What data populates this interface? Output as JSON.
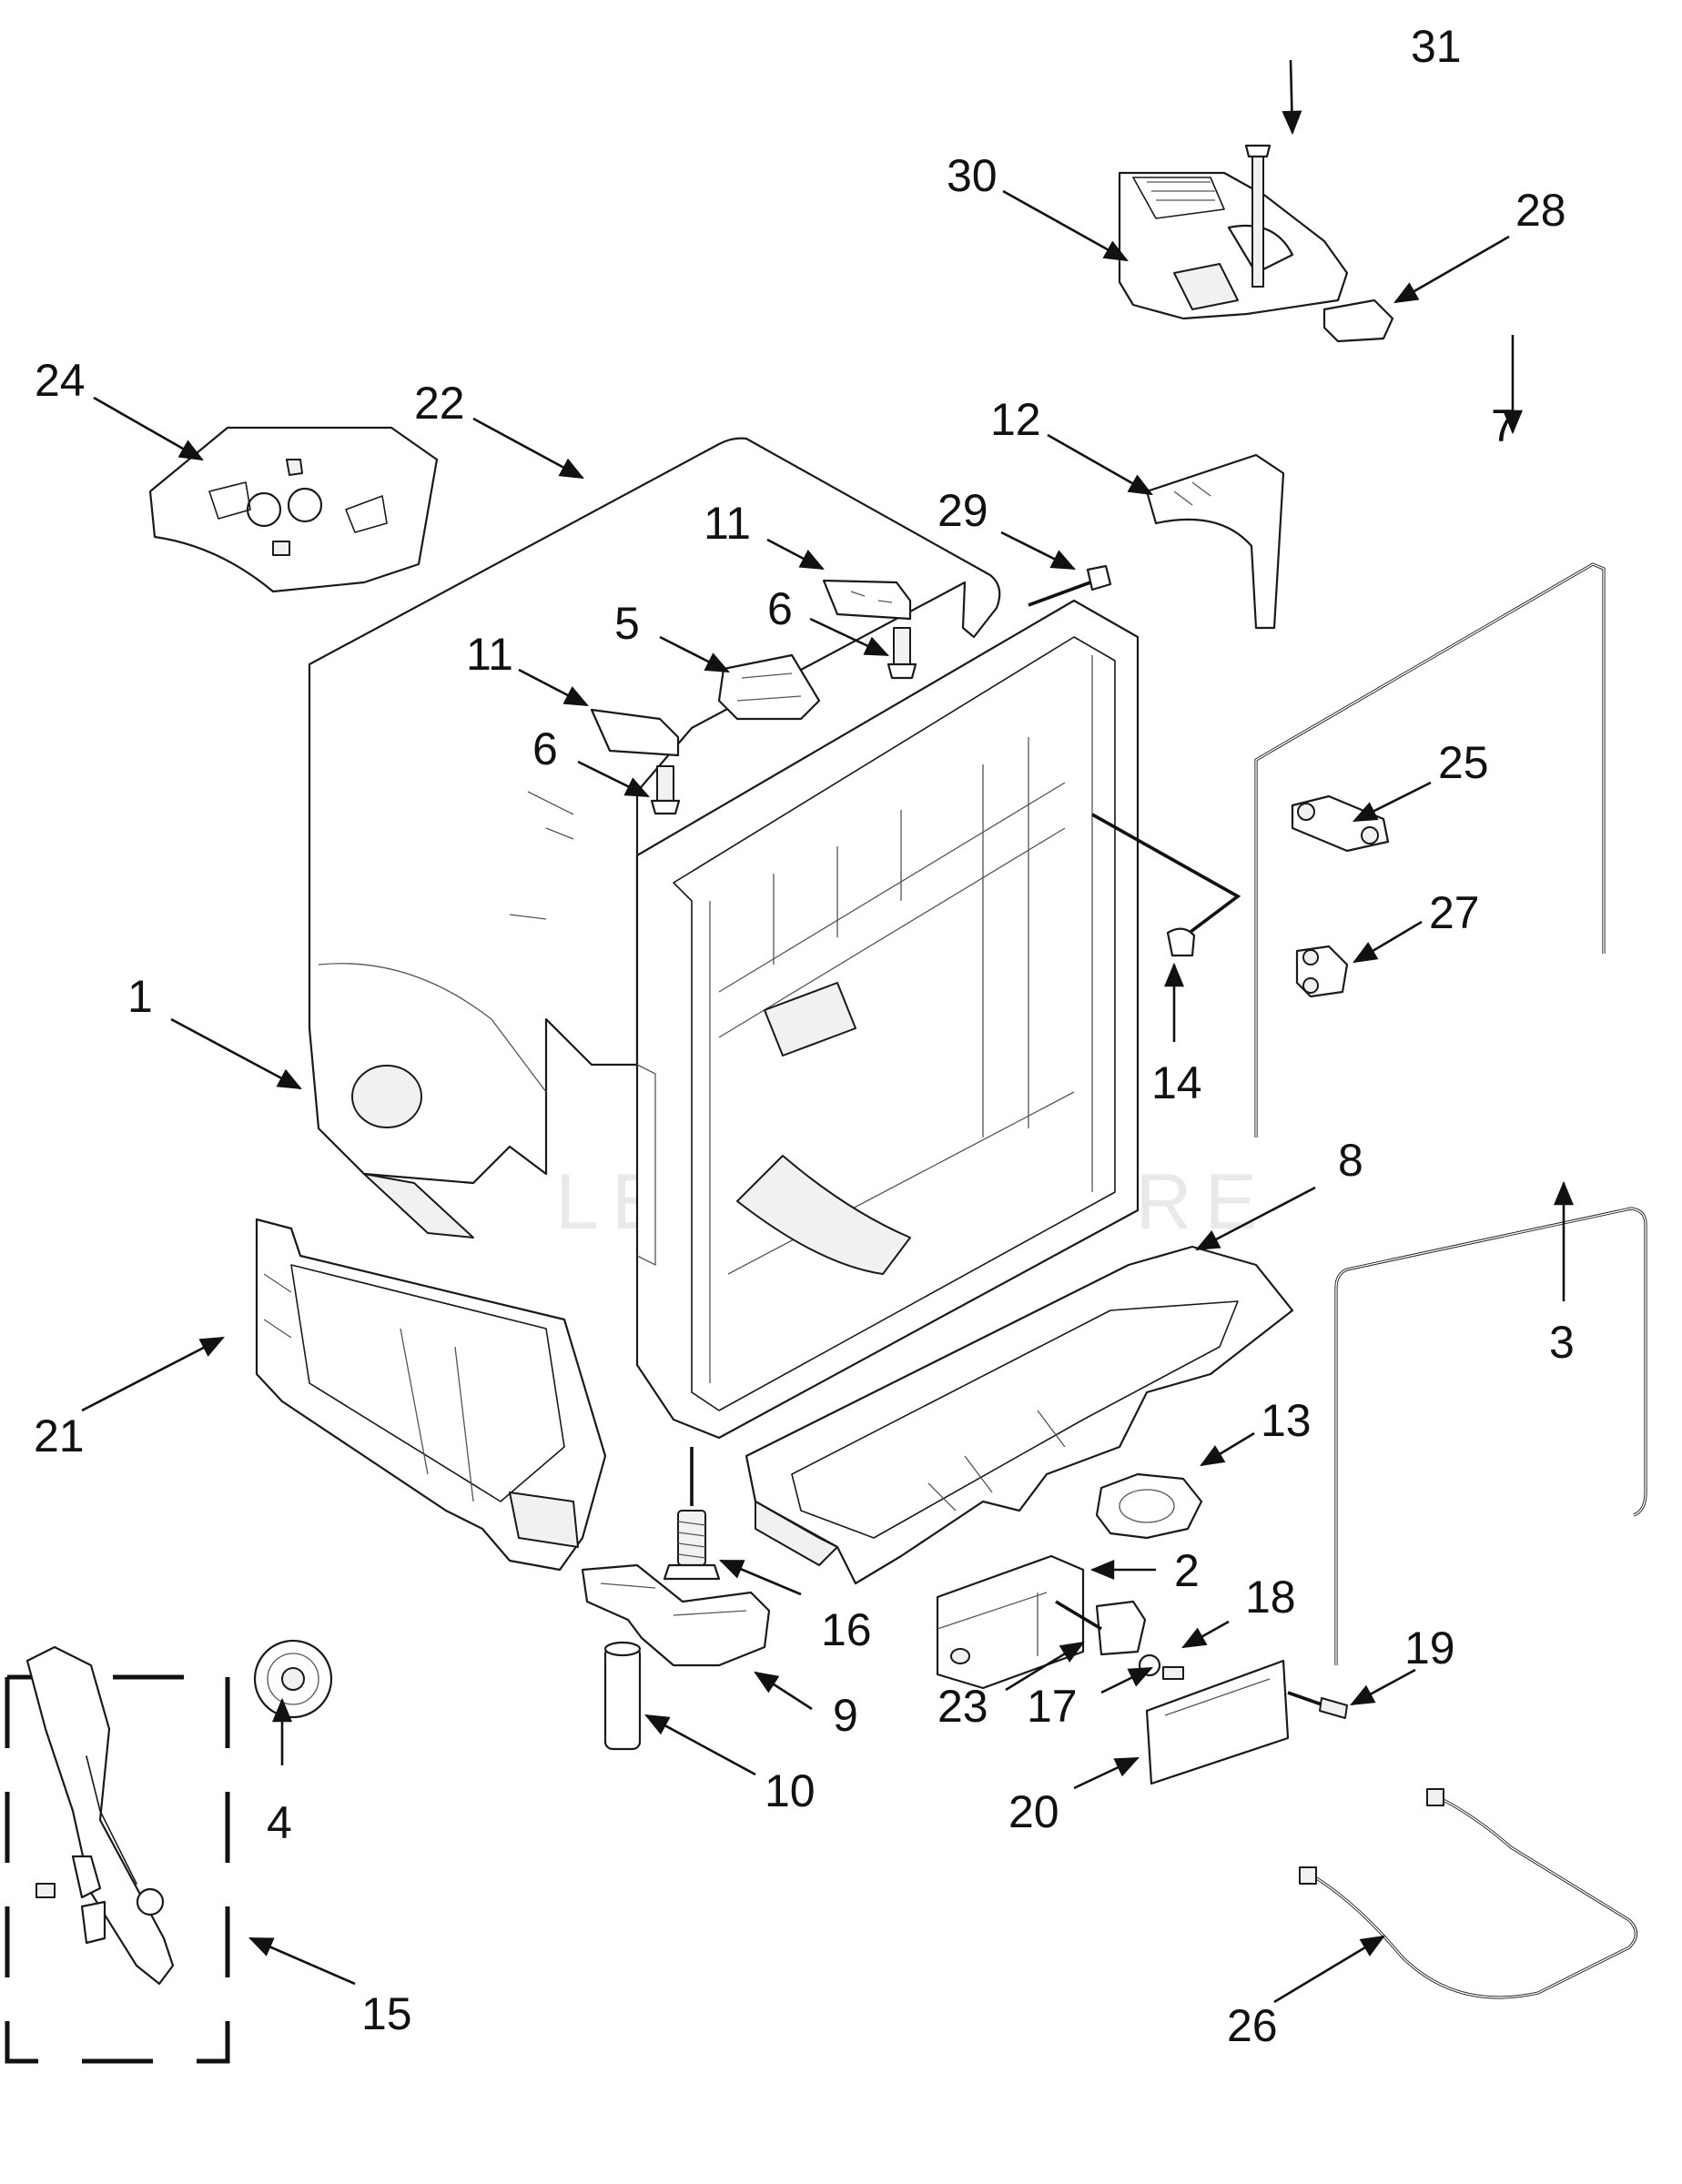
{
  "callouts": {
    "c1": "1",
    "c2": "2",
    "c3": "3",
    "c4": "4",
    "c5": "5",
    "c6a": "6",
    "c6b": "6",
    "c7": "7",
    "c8": "8",
    "c9": "9",
    "c10": "10",
    "c11a": "11",
    "c11b": "11",
    "c12": "12",
    "c13": "13",
    "c14": "14",
    "c15": "15",
    "c16": "16",
    "c17": "17",
    "c18": "18",
    "c19": "19",
    "c20": "20",
    "c21": "21",
    "c22": "22",
    "c23": "23",
    "c24": "24",
    "c25": "25",
    "c26": "26",
    "c27": "27",
    "c28": "28",
    "c29": "29",
    "c30": "30",
    "c31": "31"
  },
  "watermark": "LEAPVENTURE",
  "colors": {
    "line": "#1a1a1a",
    "background": "#ffffff",
    "watermark": "#e9e9e9"
  }
}
